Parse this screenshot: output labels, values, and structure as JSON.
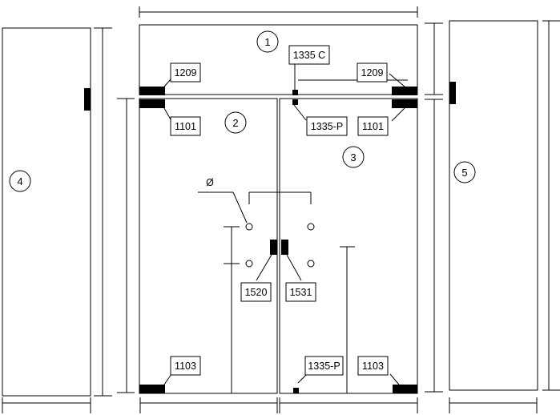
{
  "panels": {
    "p1": "1",
    "p2": "2",
    "p3": "3",
    "p4": "4",
    "p5": "5"
  },
  "labels": {
    "l1209_left": "1209",
    "l1335c": "1335 C",
    "l1209_right": "1209",
    "l1101_left": "1101",
    "l1335p_top": "1335-P",
    "l1101_right": "1101",
    "l1520": "1520",
    "l1531": "1531",
    "l1103_left": "1103",
    "l1335p_bottom": "1335-P",
    "l1103_right": "1103",
    "diameter": "Ø"
  }
}
